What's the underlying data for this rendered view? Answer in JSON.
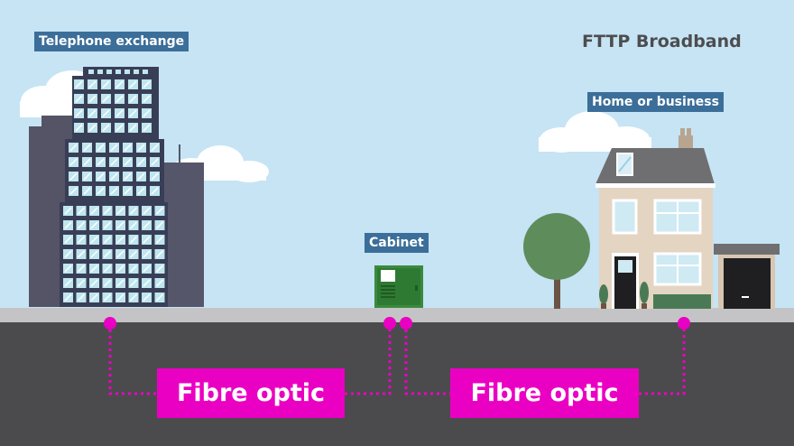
{
  "title": "FTTP Broadband",
  "labels": {
    "exchange": "Telephone exchange",
    "cabinet": "Cabinet",
    "home": "Home or business"
  },
  "cables": [
    {
      "label": "Fibre optic"
    },
    {
      "label": "Fibre optic"
    }
  ],
  "colors": {
    "sky": "#c6e4f4",
    "ground": "#4b4b4d",
    "pavement": "#c4c4c6",
    "fibre": "#ea00c2",
    "label_bg": "#3b6e99",
    "cabinet": "#3a8a3e"
  }
}
